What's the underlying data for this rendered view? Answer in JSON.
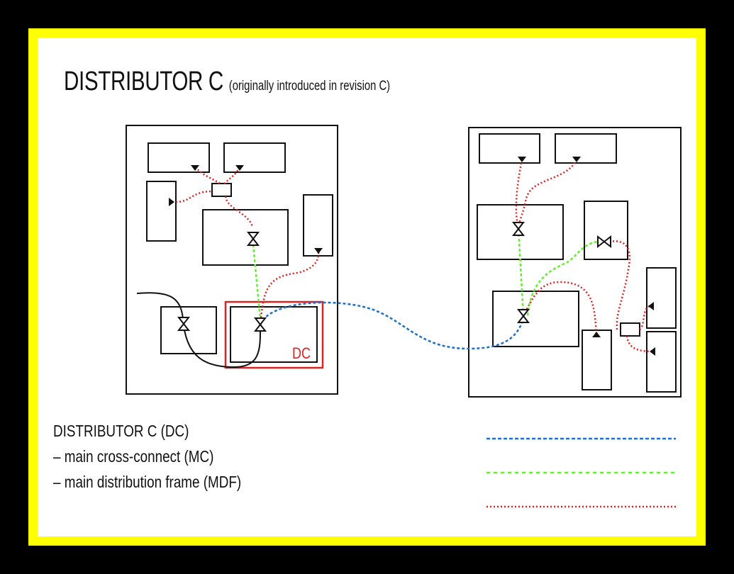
{
  "title": {
    "main": "DISTRIBUTOR C",
    "note": "(originally introduced in revision C)"
  },
  "dc_label": "DC",
  "legend": {
    "lines": [
      "DISTRIBUTOR C (DC)",
      "– main cross-connect (MC)",
      "– main distribution frame (MDF)"
    ]
  },
  "colors": {
    "border": "#ffff00",
    "blue_cable": "#1f6fc4",
    "green_cable": "#66ee33",
    "red_cable": "#dd2222",
    "dc_highlight": "#dd2222"
  }
}
